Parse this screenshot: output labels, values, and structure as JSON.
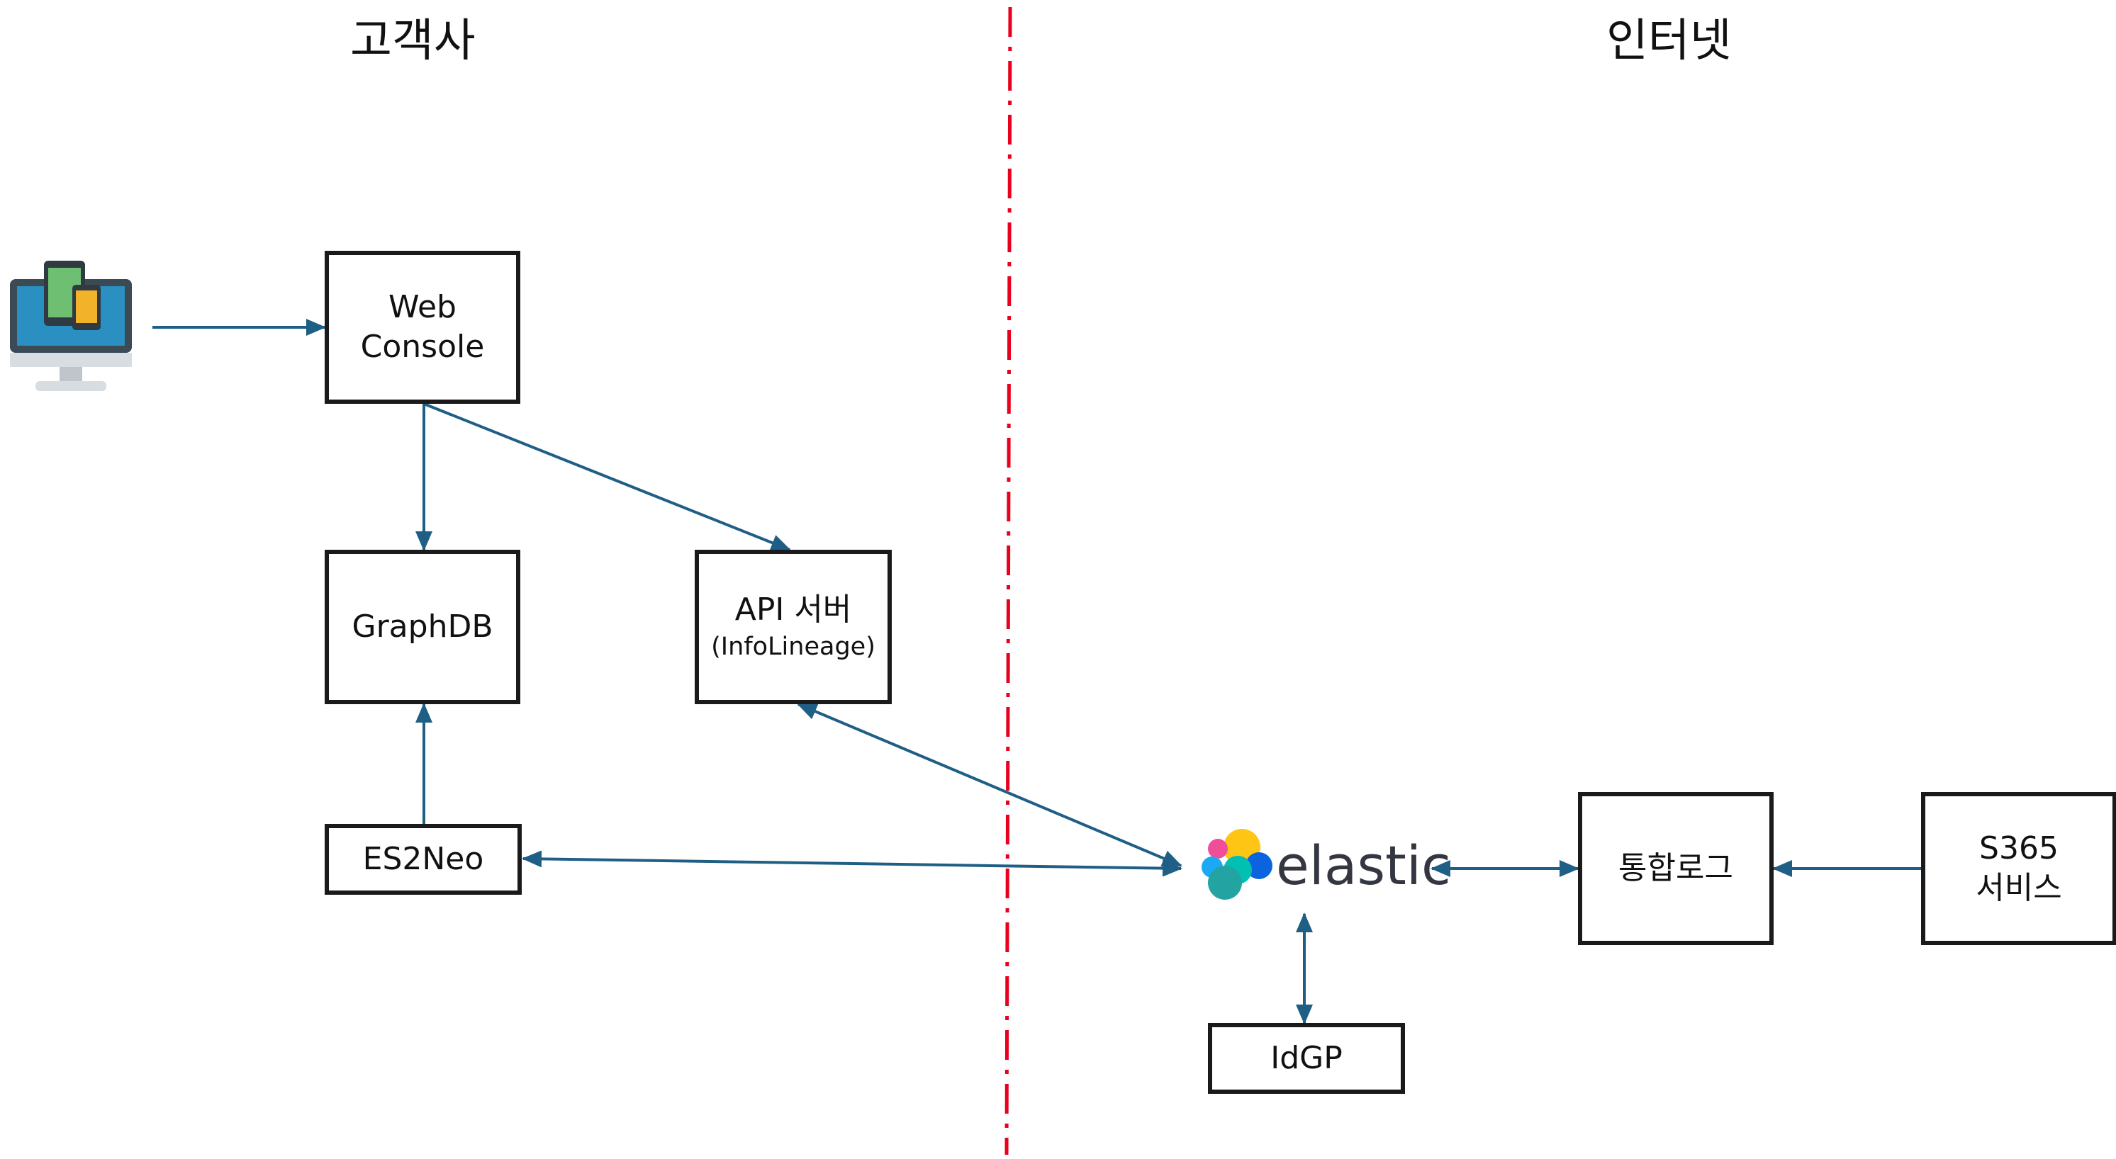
{
  "zones": {
    "left_title": "고객사",
    "right_title": "인터넷"
  },
  "nodes": {
    "web_console": {
      "line1": "Web",
      "line2": "Console"
    },
    "graphdb": {
      "label": "GraphDB"
    },
    "api_server": {
      "line1": "API 서버",
      "line2": "(InfoLineage)"
    },
    "es2neo": {
      "label": "ES2Neo"
    },
    "elastic": {
      "label": "elastic"
    },
    "idgp": {
      "label": "IdGP"
    },
    "integrated_log": {
      "label": "통합로그"
    },
    "s365": {
      "line1": "S365",
      "line2": "서비스"
    }
  },
  "icons": {
    "client": "desktop-tablet-phone-icon",
    "elastic": "elastic-logo-icon"
  },
  "colors": {
    "arrow": "#1f5e85",
    "boundary": "#e8001c",
    "box_border": "#1a1a1a"
  }
}
